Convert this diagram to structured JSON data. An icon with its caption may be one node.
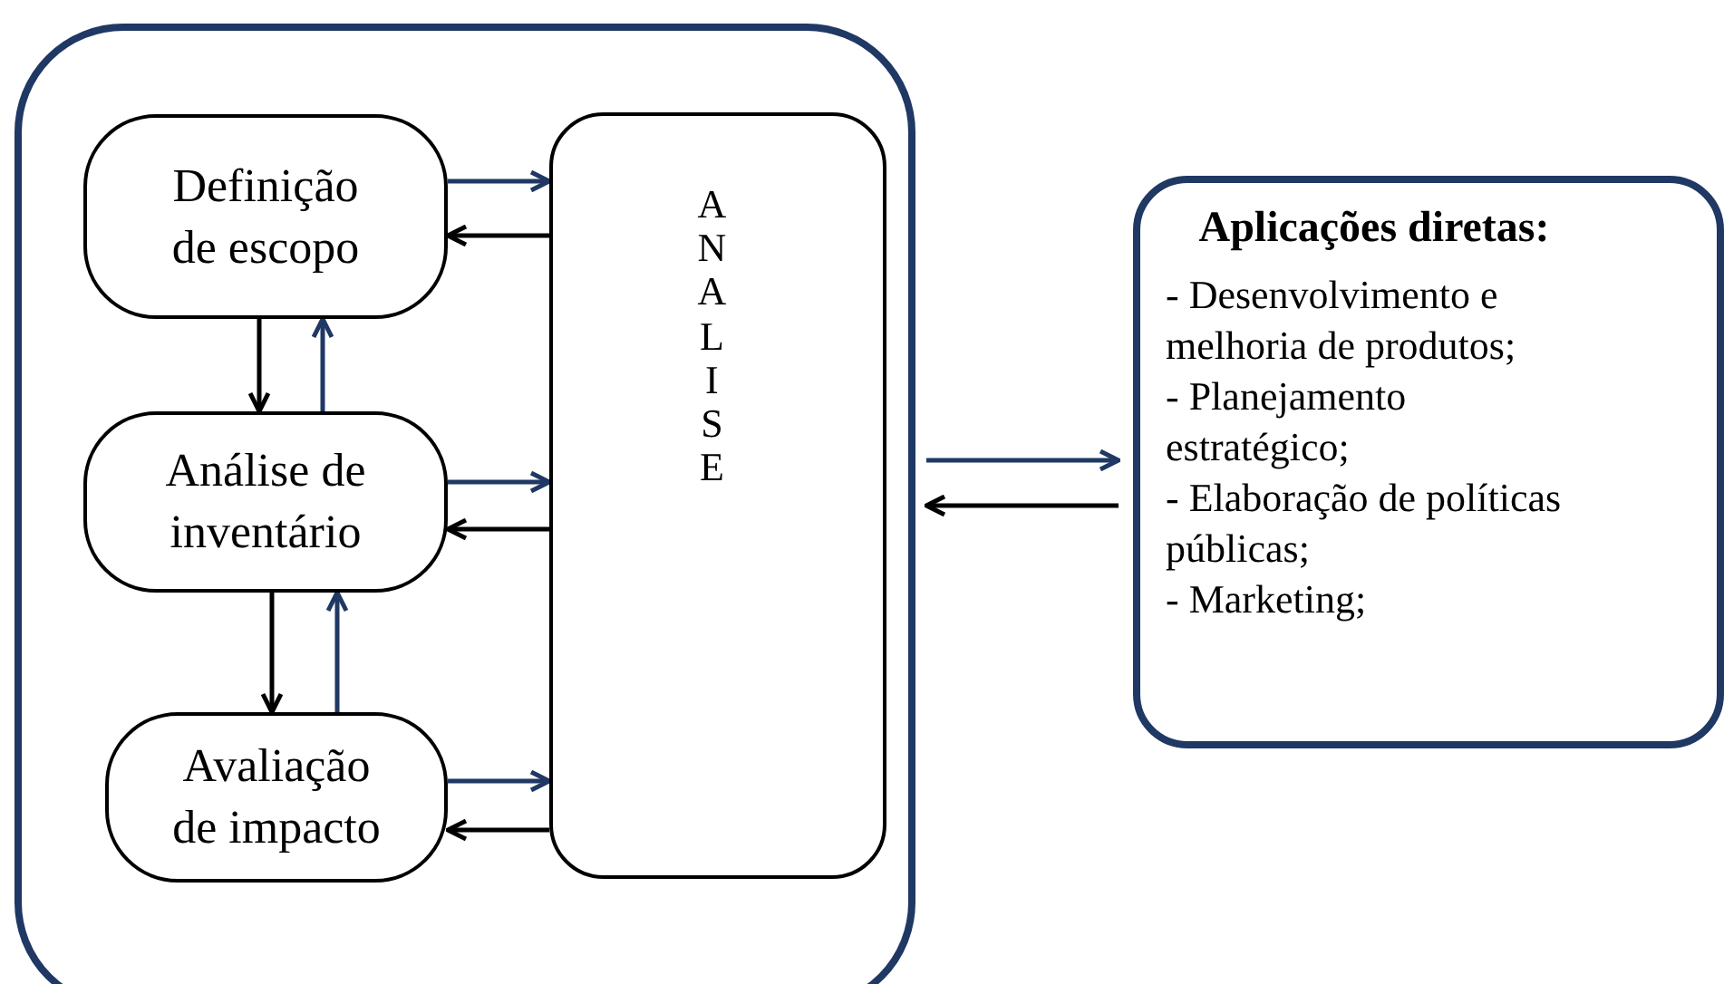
{
  "diagram": {
    "nodes": [
      {
        "text": [],
        "shape": "box"
      },
      {
        "text": [
          "Definição de escopo"
        ],
        "in": 0
      },
      {
        "text": [
          "Análise de inventário"
        ],
        "in": 0
      },
      {
        "text": [
          "Avaliação de impacto"
        ],
        "in": 0
      },
      {
        "text": [
          "ANALISE"
        ],
        "in": 0
      },
      {
        "text": [
          "Aplicações diretas:",
          "- Desenvolvimento e melhoria de produtos;",
          "- Planejamento estratégico;",
          "- Elaboração de políticas públicas;",
          "- Marketing;"
        ]
      }
    ],
    "edges": [
      {
        "from": 1,
        "to": 4,
        "arrow": "to",
        "color": "#1f3864"
      },
      {
        "from": 4,
        "to": 1,
        "arrow": "to",
        "color": "#000000"
      },
      {
        "from": 1,
        "to": 2,
        "arrow": "to",
        "color": "#000000"
      },
      {
        "from": 2,
        "to": 1,
        "arrow": "to",
        "color": "#1f3864"
      },
      {
        "from": 2,
        "to": 4,
        "arrow": "to",
        "color": "#1f3864"
      },
      {
        "from": 4,
        "to": 2,
        "arrow": "to",
        "color": "#000000"
      },
      {
        "from": 2,
        "to": 3,
        "arrow": "to",
        "color": "#000000"
      },
      {
        "from": 3,
        "to": 2,
        "arrow": "to",
        "color": "#1f3864"
      },
      {
        "from": 3,
        "to": 4,
        "arrow": "to",
        "color": "#1f3864"
      },
      {
        "from": 4,
        "to": 3,
        "arrow": "to",
        "color": "#000000"
      },
      {
        "from": 0,
        "to": 5,
        "arrow": "to",
        "color": "#1f3864"
      },
      {
        "from": 5,
        "to": 0,
        "arrow": "to",
        "color": "#000000"
      }
    ]
  }
}
